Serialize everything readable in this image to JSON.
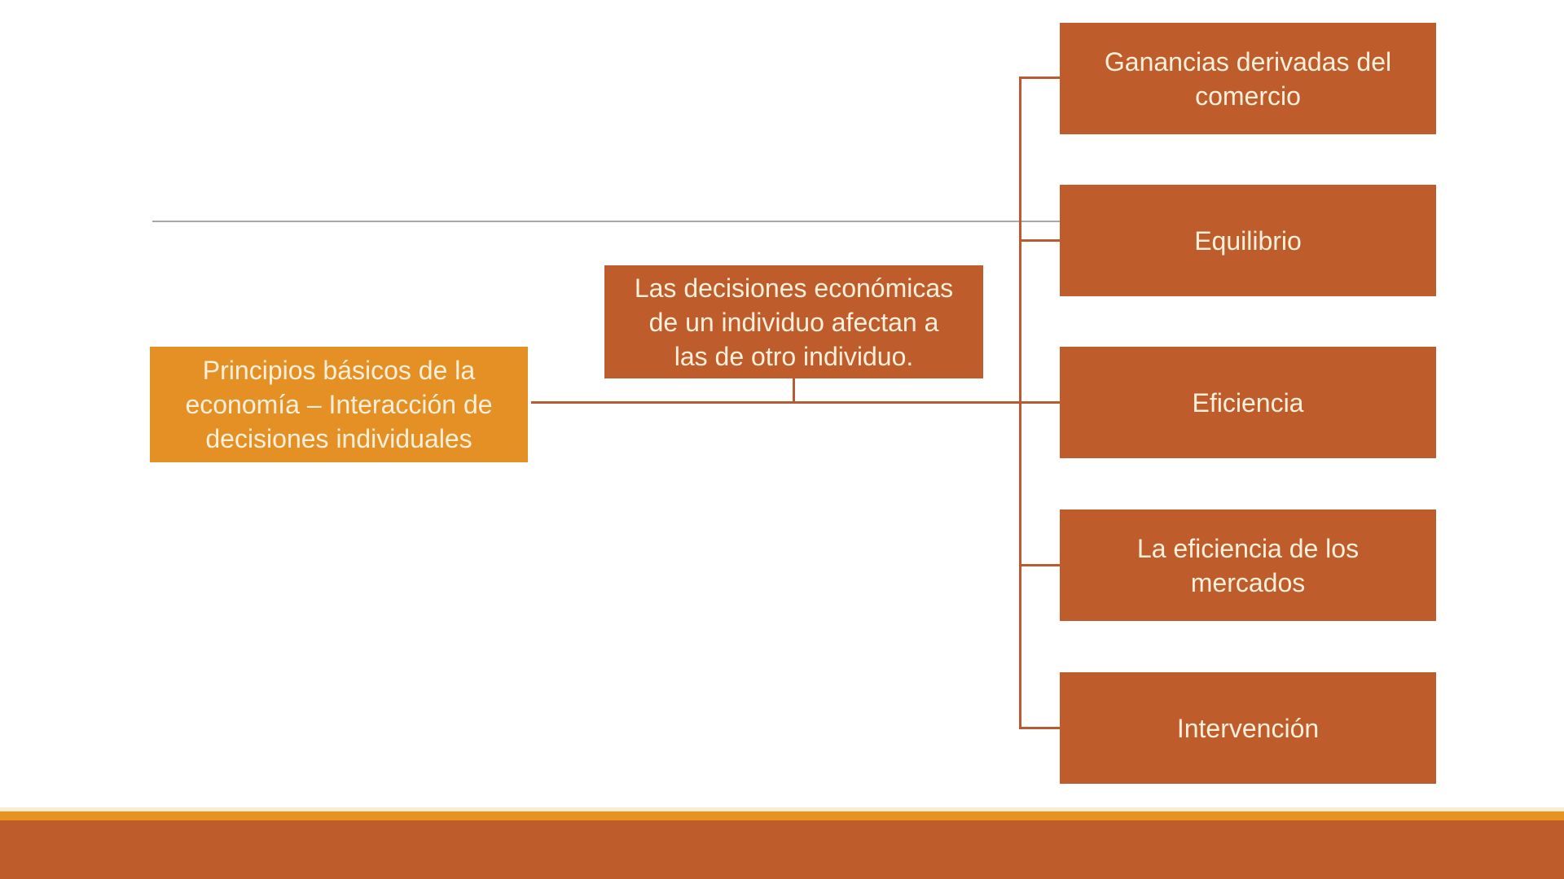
{
  "colors": {
    "orange": "#E59025",
    "rust": "#BE5C2C",
    "connector": "#B85B32",
    "divider_gray": "#A9A9A9",
    "box_text": "#F9F0DC",
    "footer_strip_orange": "#E8921F",
    "footer_bar_rust": "#BE5C2C",
    "footer_strip_cream": "#F7EFD2"
  },
  "diagram": {
    "root": {
      "label": "Principios básicos de la\neconomía – Interacción de\ndecisiones individuales"
    },
    "note": {
      "label": "Las decisiones económicas\nde un individuo afectan a\nlas de otro individuo."
    },
    "children": [
      {
        "label": "Ganancias derivadas del\ncomercio"
      },
      {
        "label": "Equilibrio"
      },
      {
        "label": "Eficiencia"
      },
      {
        "label": "La eficiencia de los\nmercados"
      },
      {
        "label": "Intervención"
      }
    ]
  }
}
